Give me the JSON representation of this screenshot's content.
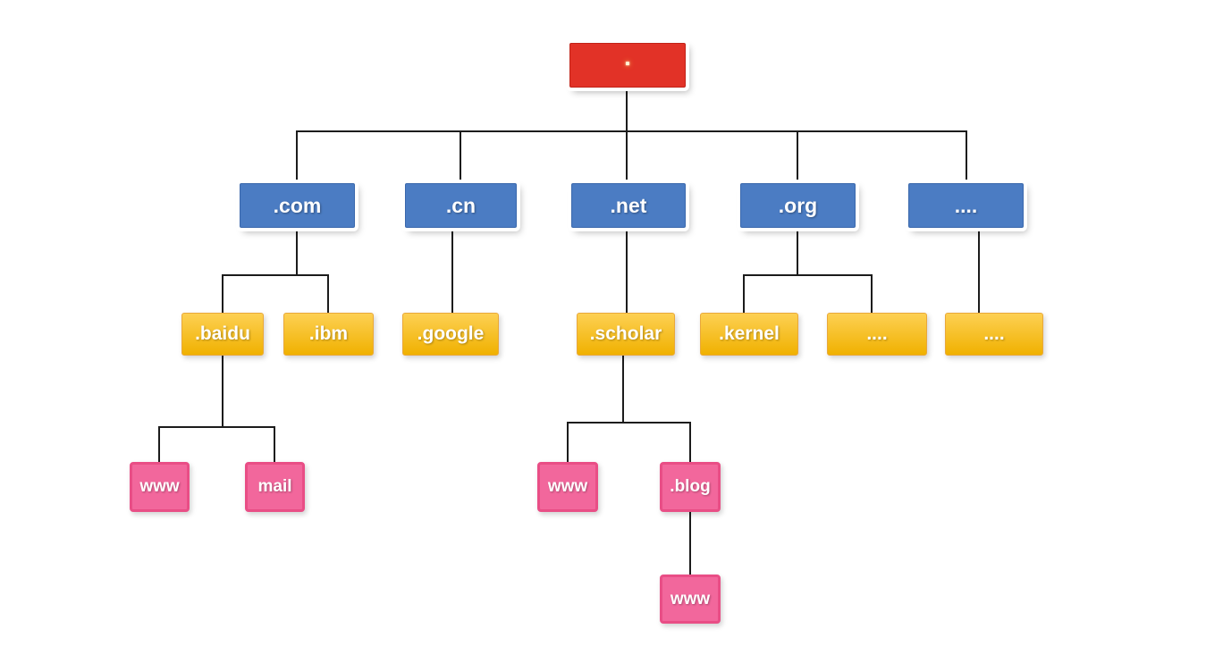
{
  "diagram": {
    "description": "DNS domain name hierarchy tree",
    "root": {
      "label": "."
    },
    "tlds": [
      ".com",
      ".cn",
      ".net",
      ".org",
      "...."
    ],
    "second_level": [
      ".baidu",
      ".ibm",
      ".google",
      ".scholar",
      ".kernel",
      "....",
      "...."
    ],
    "third_level": [
      "www",
      "mail",
      "www",
      ".blog"
    ],
    "fourth_level": [
      "www"
    ],
    "colors": {
      "root_fill": "#e23227",
      "root_border": "#c12318",
      "tld_fill": "#4b7cc3",
      "tld_border": "#3a68ac",
      "domain_fill_top": "#fdd053",
      "domain_fill_bottom": "#f0b100",
      "domain_border": "#e9a83a",
      "host_fill": "#f2679c",
      "host_border": "#e94e86",
      "connector_line": "#1c1c1c",
      "background": "#ffffff",
      "label_text": "#ffffff"
    }
  }
}
